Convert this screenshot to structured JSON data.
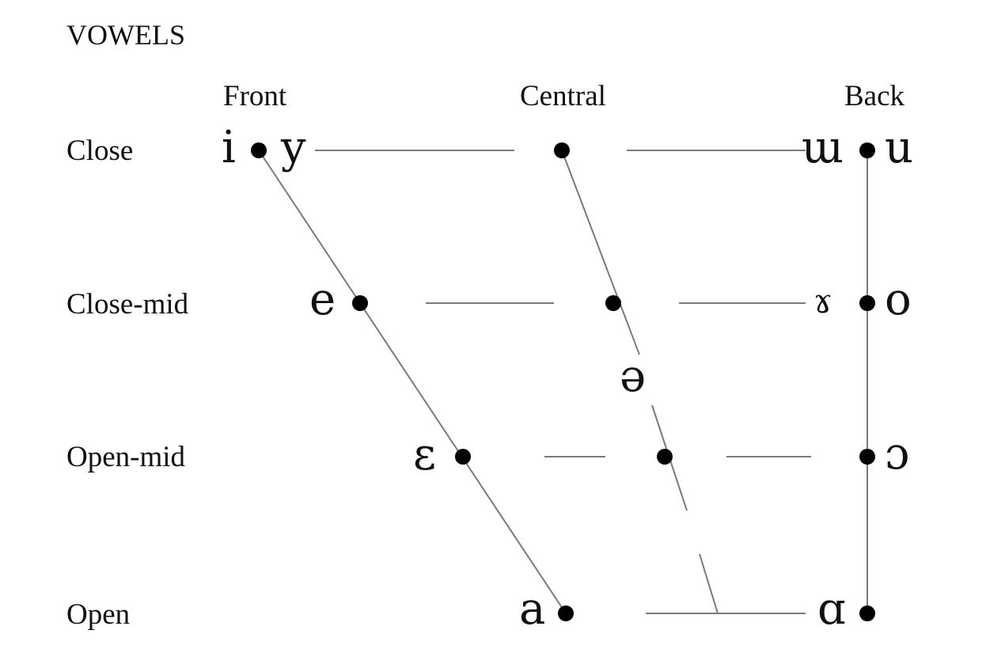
{
  "title": "VOWELS",
  "columns": {
    "front": "Front",
    "central": "Central",
    "back": "Back"
  },
  "rows": {
    "close": "Close",
    "close_mid": "Close-mid",
    "open_mid": "Open-mid",
    "open": "Open"
  },
  "vowels": {
    "close_front_unrounded": "i",
    "close_front_rounded": "y",
    "close_back_unrounded": "ɯ",
    "close_back_rounded": "u",
    "close_mid_front": "e",
    "close_mid_back_unrounded": "ɤ",
    "close_mid_back_rounded": "o",
    "mid_central": "ə",
    "open_mid_front": "ɛ",
    "open_mid_back": "ɔ",
    "open_front": "a",
    "open_back": "ɑ"
  },
  "colors": {
    "line": "#7a7a7a",
    "dot": "#000000",
    "text": "#111111",
    "background": "#ffffff"
  }
}
